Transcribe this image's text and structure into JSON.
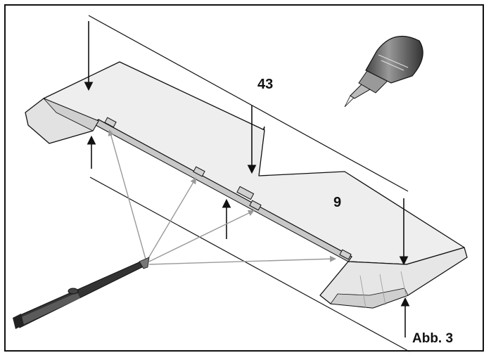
{
  "labels": {
    "part_43": "43",
    "part_9": "9",
    "figure": "Abb. 3"
  },
  "icons": {
    "glue": "glue-bottle-icon",
    "knife": "hobby-knife-icon"
  },
  "colors": {
    "outline": "#111111",
    "surface_light": "#eeeeee",
    "surface_shade": "#c8c8c8",
    "hinge_arrows": "#9a9a9a"
  }
}
